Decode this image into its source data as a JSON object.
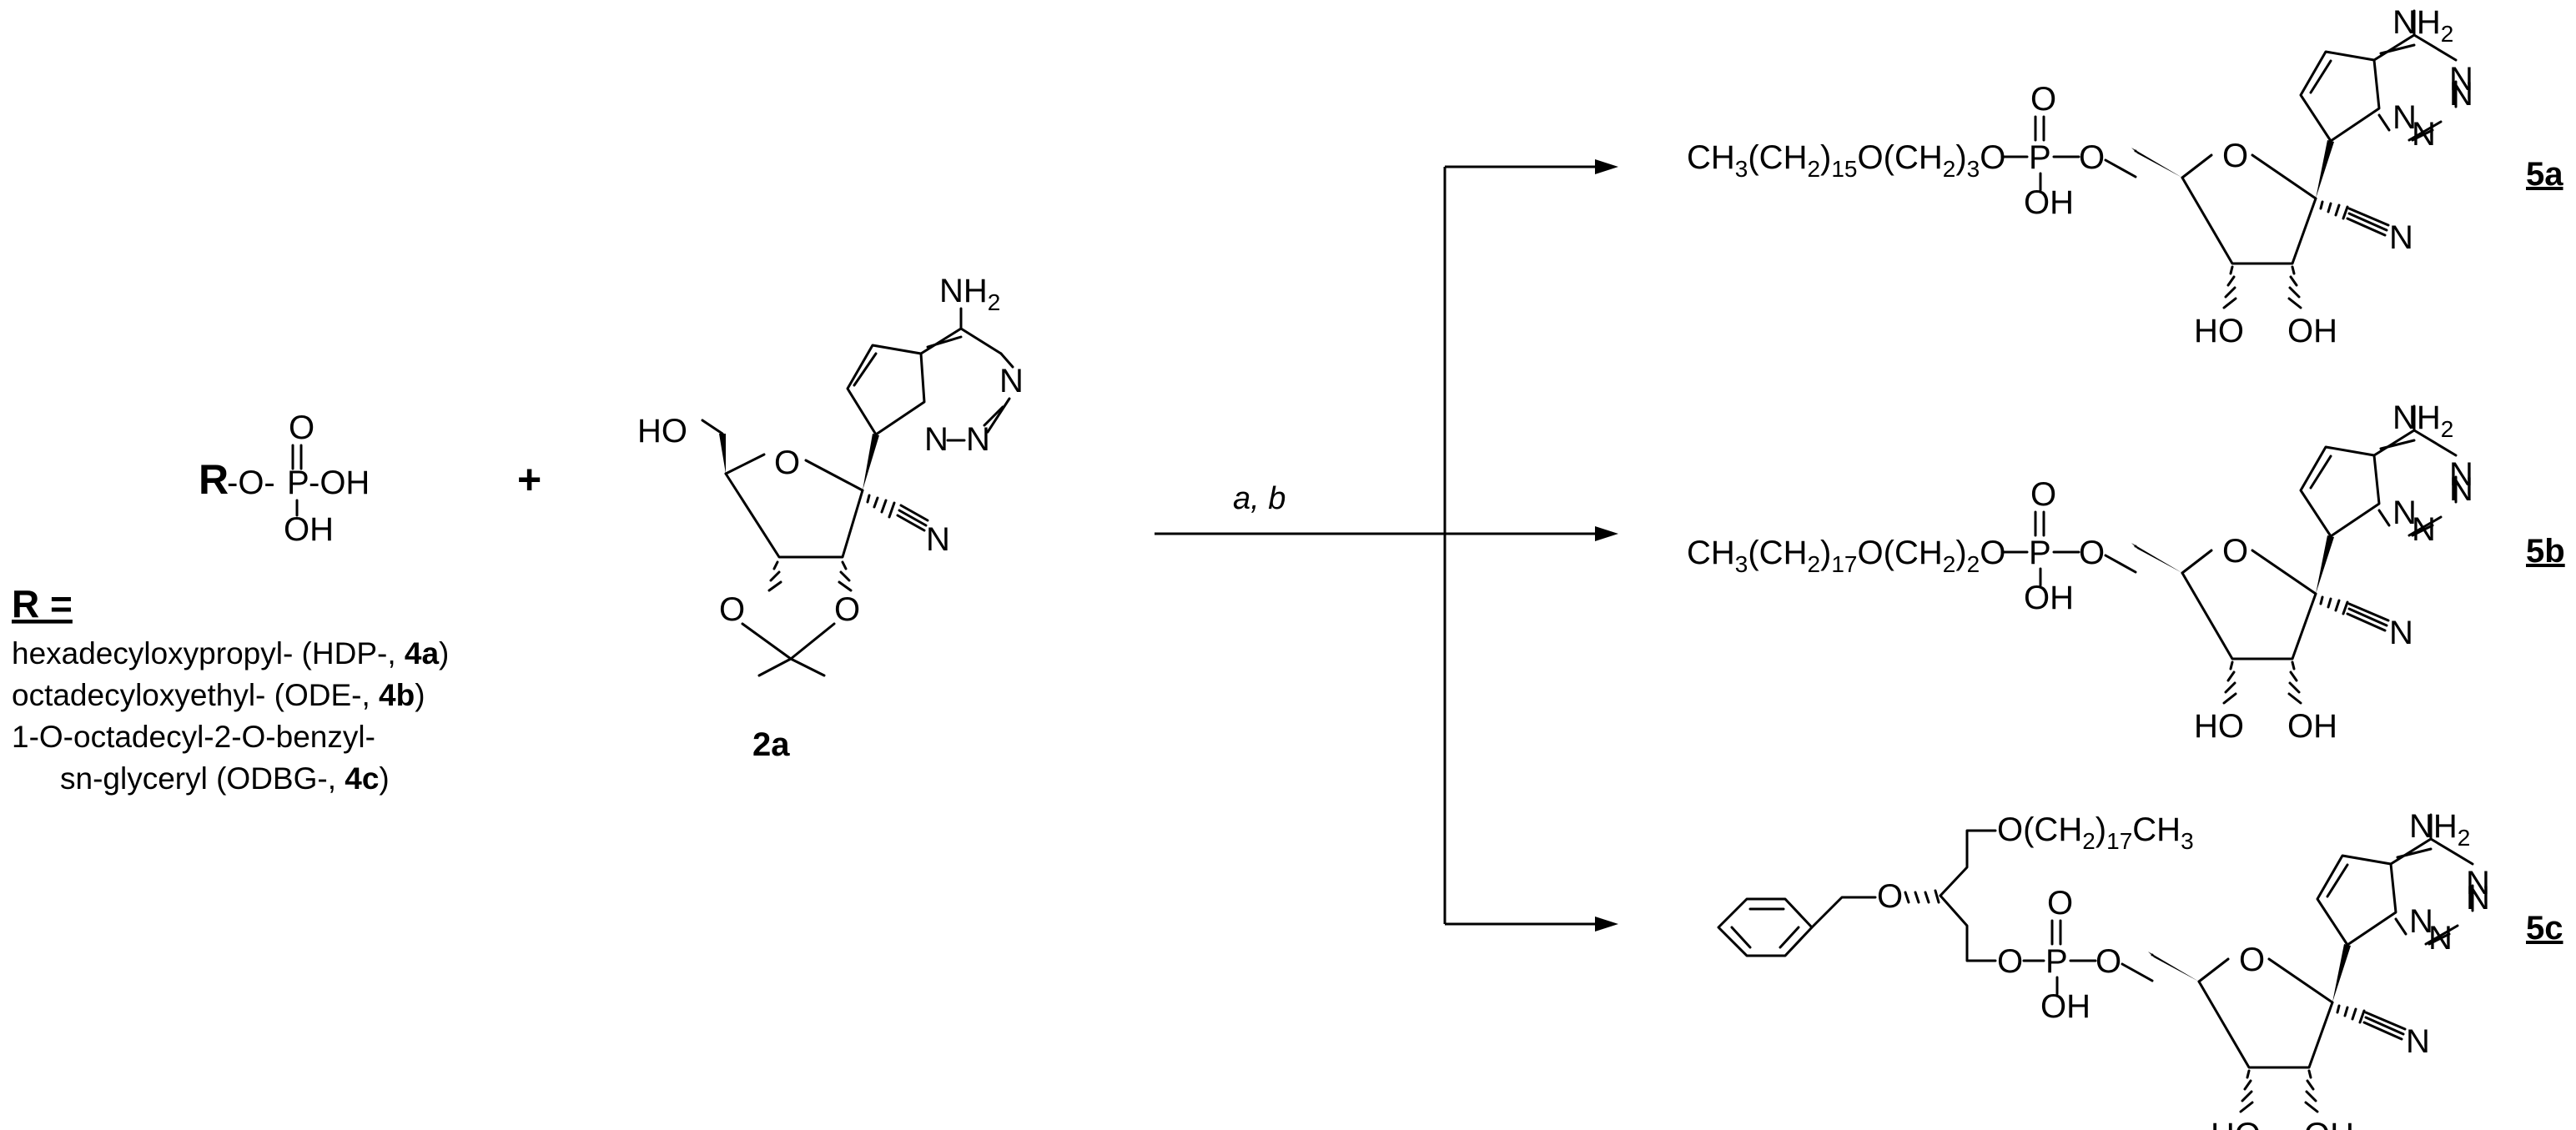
{
  "reagent": {
    "r_symbol": "R",
    "dash_o": "-O-",
    "p": "P",
    "o_top": "O",
    "oh_right": "-OH",
    "oh_bottom": "OH"
  },
  "plus": "+",
  "r_definition": {
    "heading": "R =",
    "lines": [
      {
        "text": "hexadecyloxypropyl- (HDP-, ",
        "bold": "4a",
        "close": ")"
      },
      {
        "text": "octadecyloxyethyl- (ODE-, ",
        "bold": "4b",
        "close": ")"
      },
      {
        "text": "1-O-octadecyl-2-O-benzyl-",
        "bold": "",
        "close": ""
      },
      {
        "text": "sn-glyceryl (ODBG-, ",
        "bold": "4c",
        "close": ")"
      }
    ]
  },
  "nucleoside": {
    "label": "2a",
    "nh2": "NH",
    "sub2": "2",
    "n_right": "N",
    "n_bridge": "N",
    "n_bottom": "N",
    "ring_o": "O",
    "cn_n": "N",
    "ho": "HO",
    "acetal_o_left": "O",
    "acetal_o_right": "O"
  },
  "conditions": "a, b",
  "products": [
    {
      "label": "5a",
      "prefix": "CH",
      "s1": "3",
      "a": "(CH",
      "s2": "2",
      "b": ")",
      "s3": "15",
      "c": "O(CH",
      "s4": "2",
      "d": ")",
      "s5": "3",
      "e": "O"
    },
    {
      "label": "5b",
      "prefix": "CH",
      "s1": "3",
      "a": "(CH",
      "s2": "2",
      "b": ")",
      "s3": "17",
      "c": "O(CH",
      "s4": "2",
      "d": ")",
      "s5": "2",
      "e": "O"
    },
    {
      "label": "5c",
      "chain_a": "O(CH",
      "chain_s1": "2",
      "chain_b": ")",
      "chain_s2": "17",
      "chain_c": "CH",
      "chain_s3": "3",
      "o_benzyl": "O",
      "o_phosphate": "O"
    }
  ],
  "phosphate": {
    "p": "P",
    "o": "O",
    "oh": "OH"
  },
  "ribose": {
    "ring_o": "O",
    "ho": "HO",
    "oh": "OH",
    "cn_n": "N"
  },
  "base": {
    "nh2": "NH",
    "sub2": "2",
    "n": "N"
  }
}
